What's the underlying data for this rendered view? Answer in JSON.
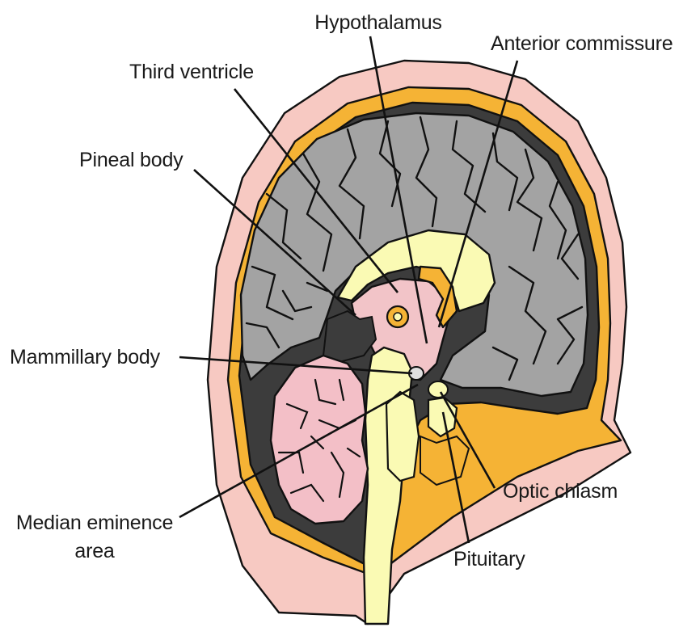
{
  "colors": {
    "skin": "#f7c9c2",
    "dura": "#f5b335",
    "cortex": "#a3a3a3",
    "csf_space": "#3c3c3c",
    "ventricle": "#fafab4",
    "deep_structures": "#f2c4c8",
    "cerebellum": "#f3bfc7",
    "brainstem": "#fafab4",
    "outline": "#111111"
  },
  "labels": {
    "hypothalamus": "Hypothalamus",
    "anterior_commissure": "Anterior commissure",
    "third_ventricle": "Third ventricle",
    "pineal_body": "Pineal body",
    "mammillary_body": "Mammillary body",
    "median_eminence_line1": "Median eminence",
    "median_eminence_line2": "area",
    "optic_chiasm": "Optic chiasm",
    "pituitary": "Pituitary"
  }
}
